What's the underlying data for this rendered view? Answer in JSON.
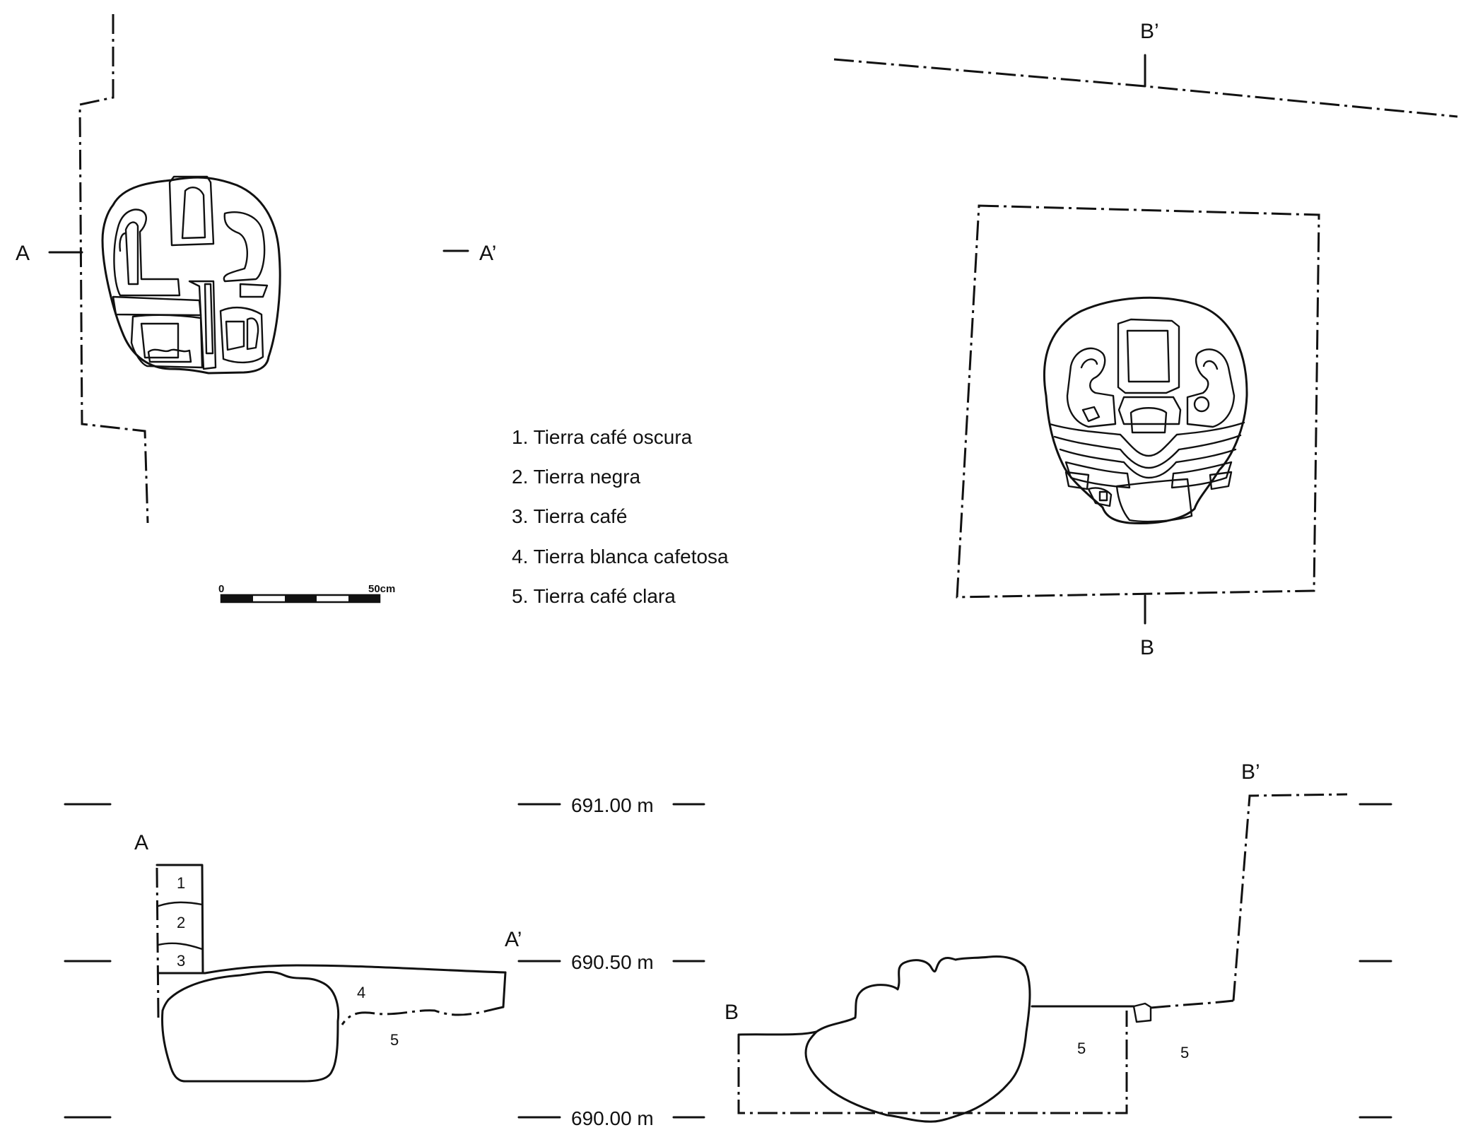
{
  "section_labels": {
    "a": "A",
    "a_prime": "A’",
    "b": "B",
    "b_prime": "B’"
  },
  "legend": [
    "1. Tierra café oscura",
    "2. Tierra negra",
    "3. Tierra café",
    "4. Tierra blanca cafetosa",
    "5. Tierra café clara"
  ],
  "scale_bar": {
    "start_label": "0",
    "end_label": "50cm"
  },
  "elevations": {
    "top": "691.00 m",
    "middle": "690.50 m",
    "bottom": "690.00 m"
  },
  "layer_numbers": {
    "l1": "1",
    "l2": "2",
    "l3": "3",
    "l4": "4",
    "l5_a": "5",
    "l5_b": "5",
    "l5_c": "5"
  }
}
